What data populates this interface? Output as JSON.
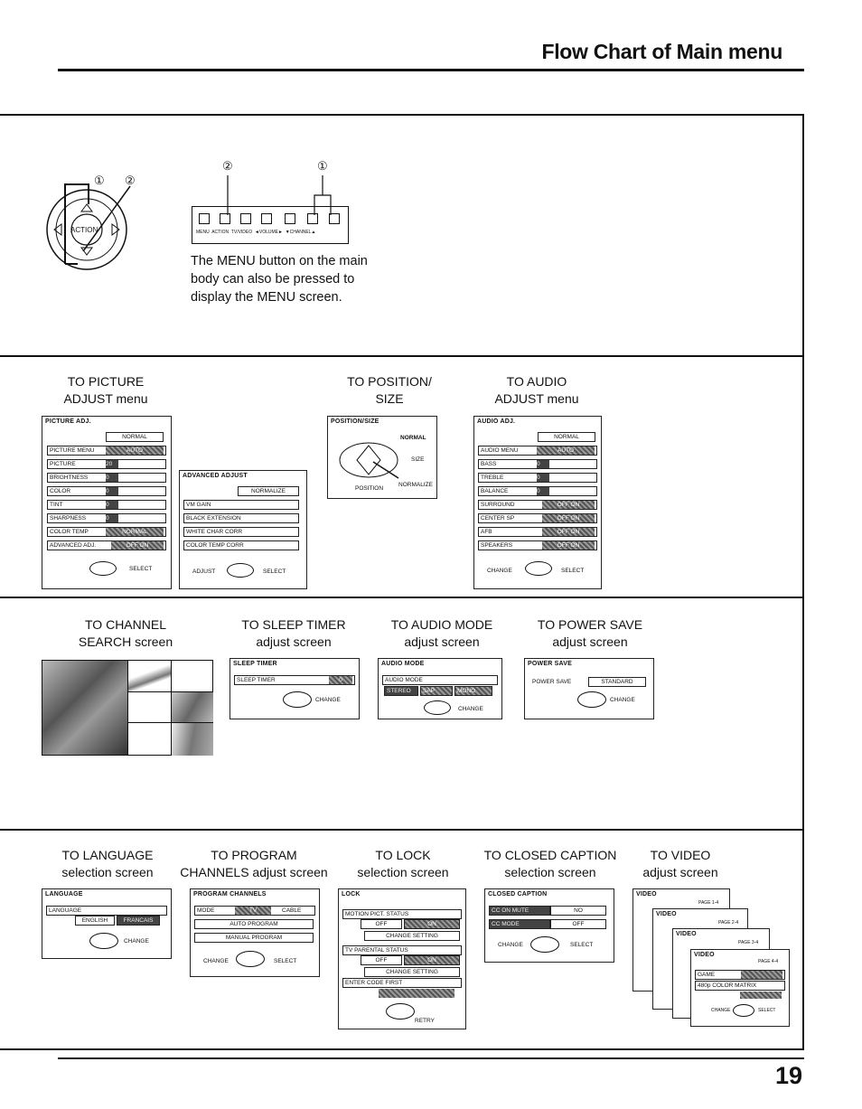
{
  "header": {
    "title": "Flow Chart of Main menu"
  },
  "remote": {
    "action_label": "ACTION",
    "callout_1": "①",
    "callout_2": "②"
  },
  "panel": {
    "callout_2": "②",
    "callout_1": "①",
    "button_labels": "MENU  ACTION  TV/VIDEO  ◄VOLUME►  ▼CHANNEL▲",
    "note": "The MENU button on the main body can also be pressed to display the MENU screen."
  },
  "row1": {
    "picture_caption": "TO PICTURE\nADJUST menu",
    "position_caption": "TO POSITION/\nSIZE",
    "audio_caption": "TO AUDIO\nADJUST menu",
    "picture_screen": {
      "header": "PICTURE ADJ.",
      "normal": "NORMAL",
      "rows": [
        "PICTURE MENU",
        "PICTURE",
        "BRIGHTNESS",
        "COLOR",
        "TINT",
        "SHARPNESS",
        "COLOR TEMP",
        "ADVANCED ADJ."
      ],
      "values": [
        "AUTO",
        "20",
        "0",
        "0",
        "0",
        "0",
        "NORMAL",
        "OFF ON"
      ],
      "nav": "SELECT"
    },
    "advanced_screen": {
      "header": "ADVANCED ADJUST",
      "normalize": "NORMALIZE",
      "rows": [
        "VM GAIN",
        "BLACK EXTENSION",
        "WHITE CHAR CORR",
        "COLOR TEMP CORR"
      ],
      "nav_left": "ADJUST",
      "nav_right": "SELECT"
    },
    "position_screen": {
      "header": "POSITION/SIZE",
      "normal": "NORMAL",
      "size": "SIZE",
      "position": "POSITION",
      "normalize": "NORMALIZE"
    },
    "audio_screen": {
      "header": "AUDIO ADJ.",
      "normal": "NORMAL",
      "rows": [
        "AUDIO MENU",
        "BASS",
        "TREBLE",
        "BALANCE",
        "SURROUND",
        "CENTER SP",
        "AFB",
        "SPEAKERS"
      ],
      "values": [
        "AUTO",
        "0",
        "0",
        "0",
        "OFF ON",
        "OFF ON",
        "OFF ON",
        "OFF ON"
      ],
      "nav_left": "CHANGE",
      "nav_right": "SELECT"
    }
  },
  "row2": {
    "channel_caption": "TO CHANNEL\nSEARCH screen",
    "sleep_caption": "TO SLEEP TIMER\nadjust screen",
    "audio_mode_caption": "TO AUDIO MODE\nadjust screen",
    "power_caption": "TO POWER SAVE\nadjust screen",
    "sleep_screen": {
      "header": "SLEEP TIMER",
      "row": "SLEEP TIMER",
      "value": "0",
      "nav": "CHANGE"
    },
    "audio_mode_screen": {
      "header": "AUDIO MODE",
      "row": "AUDIO MODE",
      "opts": [
        "STEREO",
        "SAP",
        "MONO"
      ],
      "nav": "CHANGE"
    },
    "power_screen": {
      "header": "POWER SAVE",
      "row": "POWER SAVE",
      "value": "STANDARD",
      "nav": "CHANGE"
    }
  },
  "row3": {
    "language_caption": "TO LANGUAGE\nselection screen",
    "program_caption": "TO PROGRAM\nCHANNELS adjust screen",
    "lock_caption": "TO LOCK\nselection screen",
    "cc_caption": "TO CLOSED CAPTION\nselection screen",
    "video_caption": "TO VIDEO\nadjust screen",
    "language_screen": {
      "header": "LANGUAGE",
      "row": "LANGUAGE",
      "opts": [
        "ENGLISH",
        "FRANCAIS"
      ],
      "nav": "CHANGE"
    },
    "program_screen": {
      "header": "PROGRAM CHANNELS",
      "mode": "MODE",
      "opts": [
        "TV",
        "CABLE"
      ],
      "auto": "AUTO PROGRAM",
      "manual": "MANUAL PROGRAM",
      "nav_left": "CHANGE",
      "nav_right": "SELECT"
    },
    "lock_screen": {
      "header": "LOCK",
      "motion": "MOTION PICT. STATUS",
      "tv_parental": "TV PARENTAL STATUS",
      "off": "OFF",
      "on": "ON",
      "change_setting": "CHANGE SETTING",
      "enter_code": "ENTER CODE FIRST",
      "nav": "RETRY"
    },
    "cc_screen": {
      "header": "CLOSED CAPTION",
      "row1": "CC ON MUTE",
      "row2": "CC MODE",
      "val1": "NO",
      "val2": "OFF",
      "nav_left": "CHANGE",
      "nav_right": "SELECT"
    },
    "video_screen": {
      "header": "VIDEO",
      "page1": "PAGE 1-4",
      "page2": "PAGE 2-4",
      "page3": "PAGE 3-4",
      "page4": "PAGE 4-4",
      "game": "GAME",
      "color_matrix": "480p COLOR MATRIX",
      "nav_left": "CHANGE",
      "nav_right": "SELECT"
    }
  },
  "footer": {
    "page_number": "19"
  }
}
